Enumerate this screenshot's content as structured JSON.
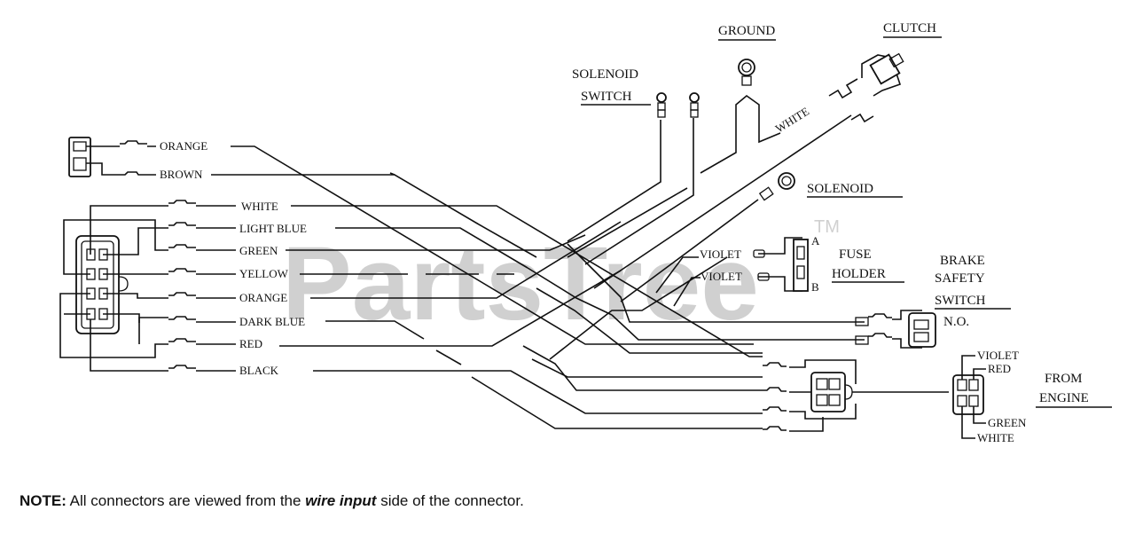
{
  "watermark": {
    "text": "PartsTree",
    "tm": "TM",
    "color": "#d0d0d0"
  },
  "left_connector_top": {
    "wires": [
      "ORANGE",
      "BROWN"
    ]
  },
  "left_connector_main": {
    "wires": [
      "WHITE",
      "LIGHT BLUE",
      "GREEN",
      "YELLOW",
      "ORANGE",
      "DARK BLUE",
      "RED",
      "BLACK"
    ]
  },
  "components": {
    "solenoid_switch": {
      "line1": "SOLENOID",
      "line2": "SWITCH"
    },
    "ground": "GROUND",
    "clutch": "CLUTCH",
    "clutch_wire": "WHITE",
    "solenoid": "SOLENOID",
    "fuse_holder": {
      "line1": "FUSE",
      "line2": "HOLDER",
      "terminal_a": "A",
      "terminal_b": "B",
      "wires": [
        "VIOLET",
        "VIOLET"
      ]
    },
    "brake_safety_switch": {
      "line1": "BRAKE",
      "line2": "SAFETY",
      "line3": "SWITCH",
      "line4": "N.O."
    },
    "from_engine": {
      "line1": "FROM",
      "line2": "ENGINE",
      "wires": [
        "VIOLET",
        "RED",
        "GREEN",
        "WHITE"
      ]
    }
  },
  "note": {
    "prefix": "NOTE:",
    "text1": " All connectors are viewed from the ",
    "emphasis": "wire input",
    "text2": " side of the connector."
  }
}
